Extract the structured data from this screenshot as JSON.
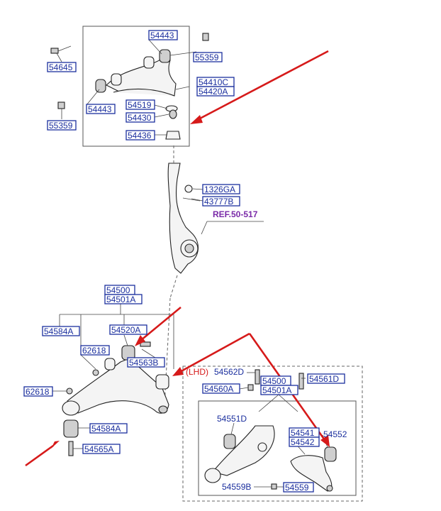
{
  "labels": {
    "p54443_top": "54443",
    "p55359_top": "55359",
    "p54645": "54645",
    "p54443_left": "54443",
    "p55359_left": "55359",
    "p54410C": "54410C",
    "p54420A": "54420A",
    "p54519": "54519",
    "p54430": "54430",
    "p54436": "54436",
    "p1326GA": "1326GA",
    "p43777B": "43777B",
    "p54500_main": "54500",
    "p54501A_main": "54501A",
    "p54584A_left": "54584A",
    "p54520A": "54520A",
    "p62618_a": "62618",
    "p54563B": "54563B",
    "p62618_b": "62618",
    "p54584A_bottom": "54584A",
    "p54565A": "54565A",
    "p54562D": "54562D",
    "p54560A": "54560A",
    "p54500_inset": "54500",
    "p54501A_inset": "54501A",
    "p54561D": "54561D",
    "p54551D": "54551D",
    "p54541": "54541",
    "p54542": "54542",
    "p54552": "54552",
    "p54559B": "54559B",
    "p54559": "54559"
  },
  "ref_label": "REF.50-517",
  "lhd_label": "(LHD)",
  "colors": {
    "label_box": "#1b2f9e",
    "arrow": "#d61a1a",
    "ref": "#7a2aa8"
  }
}
